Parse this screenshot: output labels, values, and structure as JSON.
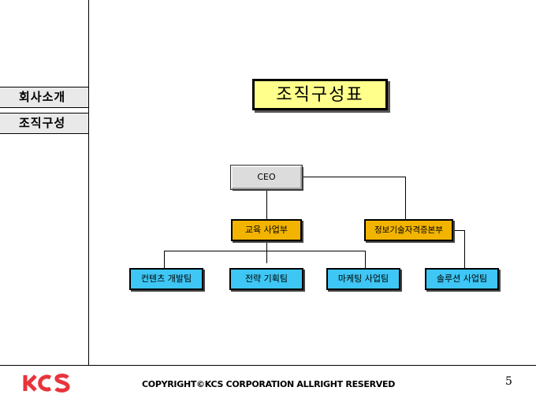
{
  "sidebar": {
    "items": [
      {
        "label": "회사소개"
      },
      {
        "label": "조직구성"
      }
    ]
  },
  "org": {
    "title": "조직구성표",
    "ceo": "CEO",
    "div_education": "교육 사업부",
    "div_info": "정보기술자격증본부",
    "team_contents": "컨텐츠 개발팀",
    "team_strategy": "전략 기획팀",
    "team_marketing": "마케팅 사업팀",
    "team_solution": "솔루션 사업팀"
  },
  "footer": {
    "logo_text": "KCS",
    "copyright": "COPYRIGHT©KCS CORPORATION ALLRIGHT RESERVED",
    "page_number": "5"
  },
  "colors": {
    "title_fill": "#ffff8c",
    "ceo_fill": "#dcdcdc",
    "division_fill": "#f2b400",
    "team_fill": "#3ec6f4",
    "logo_red": "#e8343c"
  }
}
